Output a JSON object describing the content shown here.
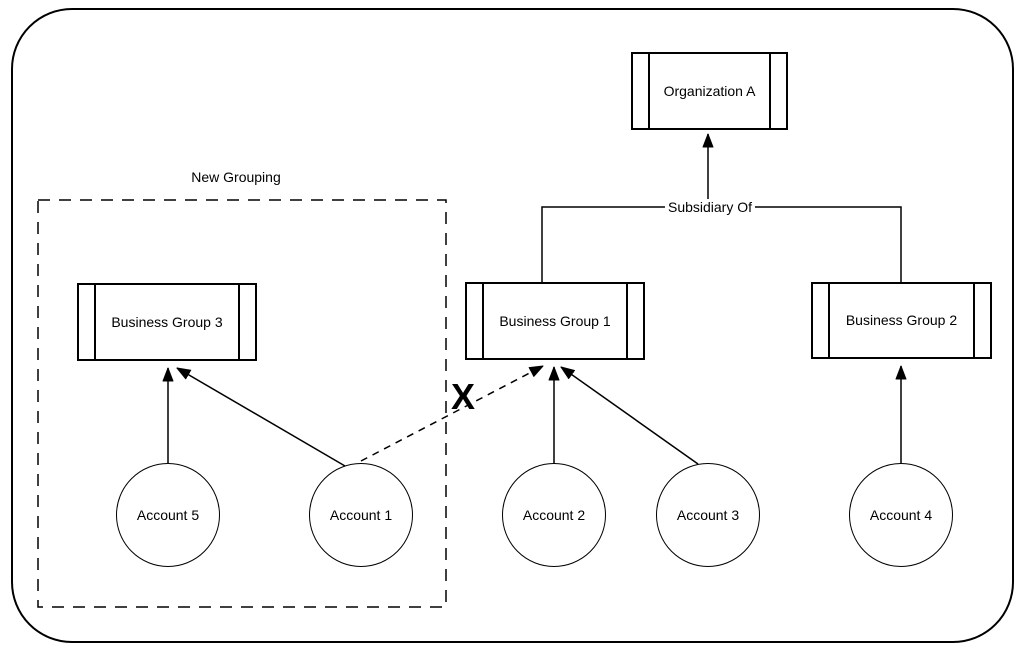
{
  "diagram": {
    "nodes": {
      "organization_a": "Organization A",
      "business_group_1": "Business Group 1",
      "business_group_2": "Business Group 2",
      "business_group_3": "Business Group 3",
      "account_1": "Account 1",
      "account_2": "Account 2",
      "account_3": "Account 3",
      "account_4": "Account 4",
      "account_5": "Account 5"
    },
    "labels": {
      "group_box": "New Grouping",
      "edge_label": "Subsidiary Of",
      "x_mark": "X"
    },
    "groups": [
      {
        "label": "New Grouping",
        "style": "dashed-rectangle",
        "contains": [
          "Business Group 3",
          "Account 5",
          "Account 1"
        ]
      }
    ],
    "edges": [
      {
        "from": "Business Group 1",
        "to": "Organization A",
        "label": "Subsidiary Of",
        "style": "solid",
        "arrow": "into Organization A"
      },
      {
        "from": "Business Group 2",
        "to": "Organization A",
        "label": "Subsidiary Of",
        "style": "solid",
        "arrow": "into Organization A"
      },
      {
        "from": "Account 5",
        "to": "Business Group 3",
        "style": "solid-arrow"
      },
      {
        "from": "Account 1",
        "to": "Business Group 3",
        "style": "solid-arrow"
      },
      {
        "from": "Account 1",
        "to": "Business Group 1",
        "style": "dashed-arrow",
        "annotation": "crossed out with X"
      },
      {
        "from": "Account 2",
        "to": "Business Group 1",
        "style": "solid-arrow"
      },
      {
        "from": "Account 3",
        "to": "Business Group 1",
        "style": "solid-arrow"
      },
      {
        "from": "Account 4",
        "to": "Business Group 2",
        "style": "solid-arrow"
      }
    ],
    "colors": {
      "stroke": "#000000",
      "background": "#ffffff"
    }
  }
}
